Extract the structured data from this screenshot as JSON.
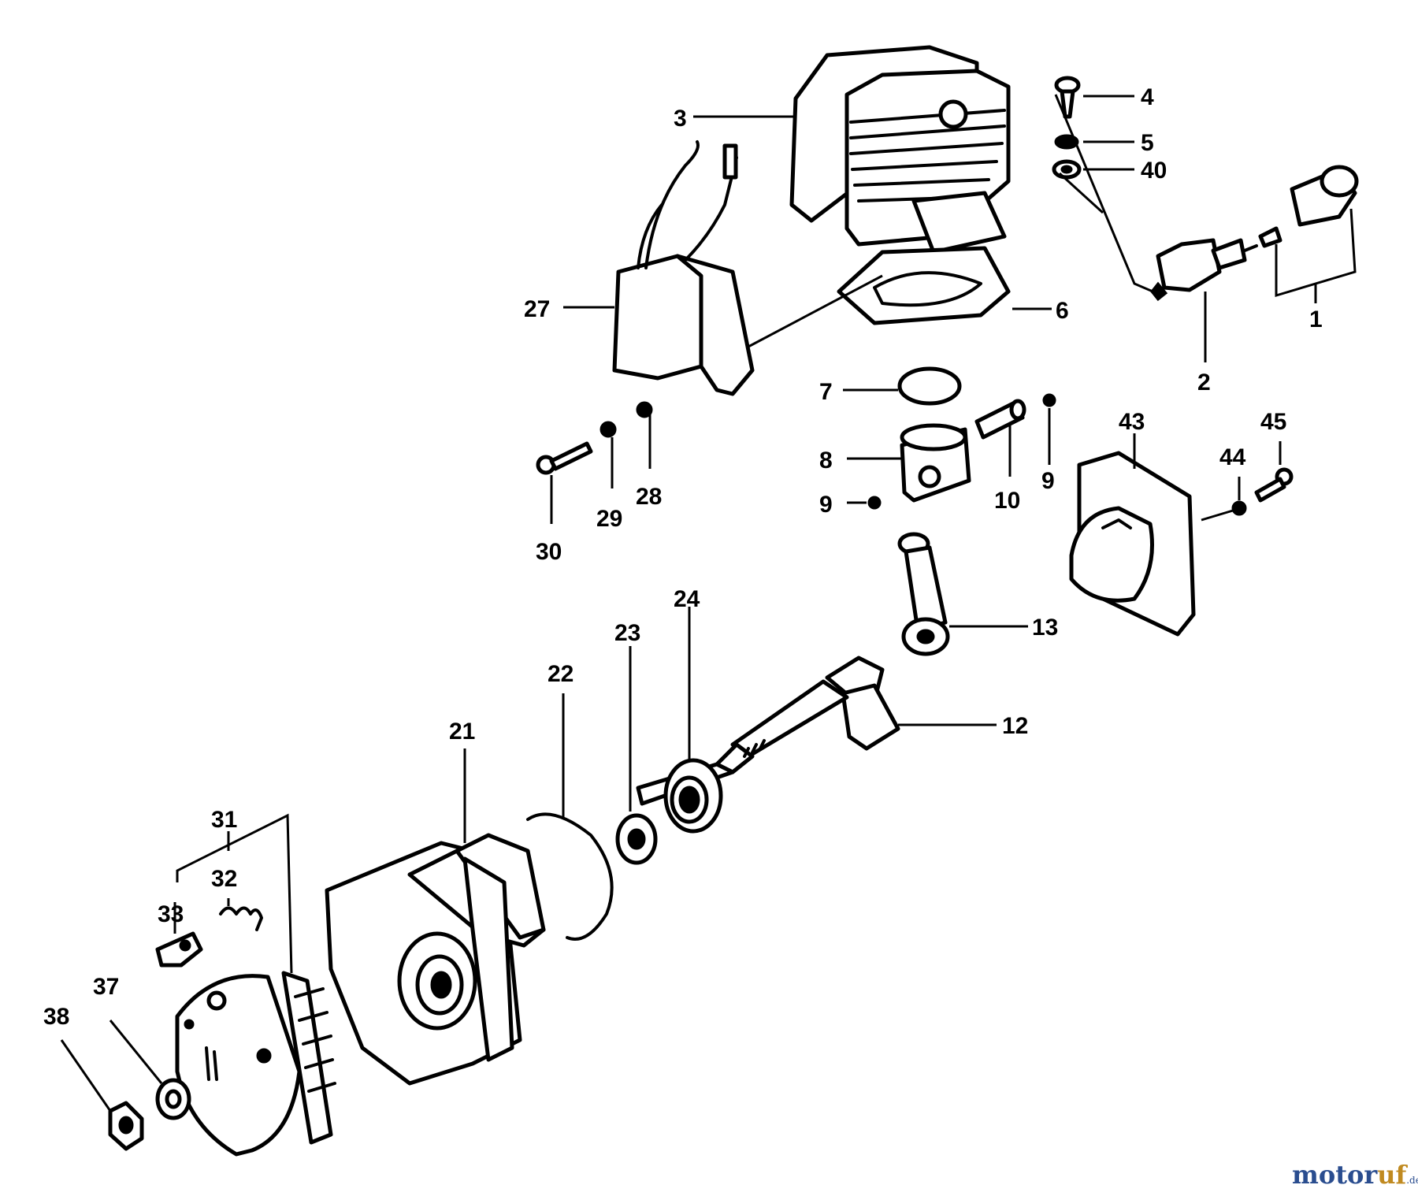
{
  "diagram": {
    "callouts": [
      "1",
      "2",
      "3",
      "4",
      "5",
      "40",
      "6",
      "7",
      "8",
      "9",
      "9",
      "10",
      "12",
      "13",
      "21",
      "22",
      "23",
      "24",
      "27",
      "28",
      "29",
      "30",
      "31",
      "32",
      "33",
      "37",
      "38",
      "43",
      "44",
      "45"
    ]
  },
  "watermark": {
    "brand_part1": "motor",
    "brand_part2": "uf",
    "tld": ".de",
    "colors": {
      "motor": "#2a4d8f",
      "uf": "#c08a20"
    }
  }
}
